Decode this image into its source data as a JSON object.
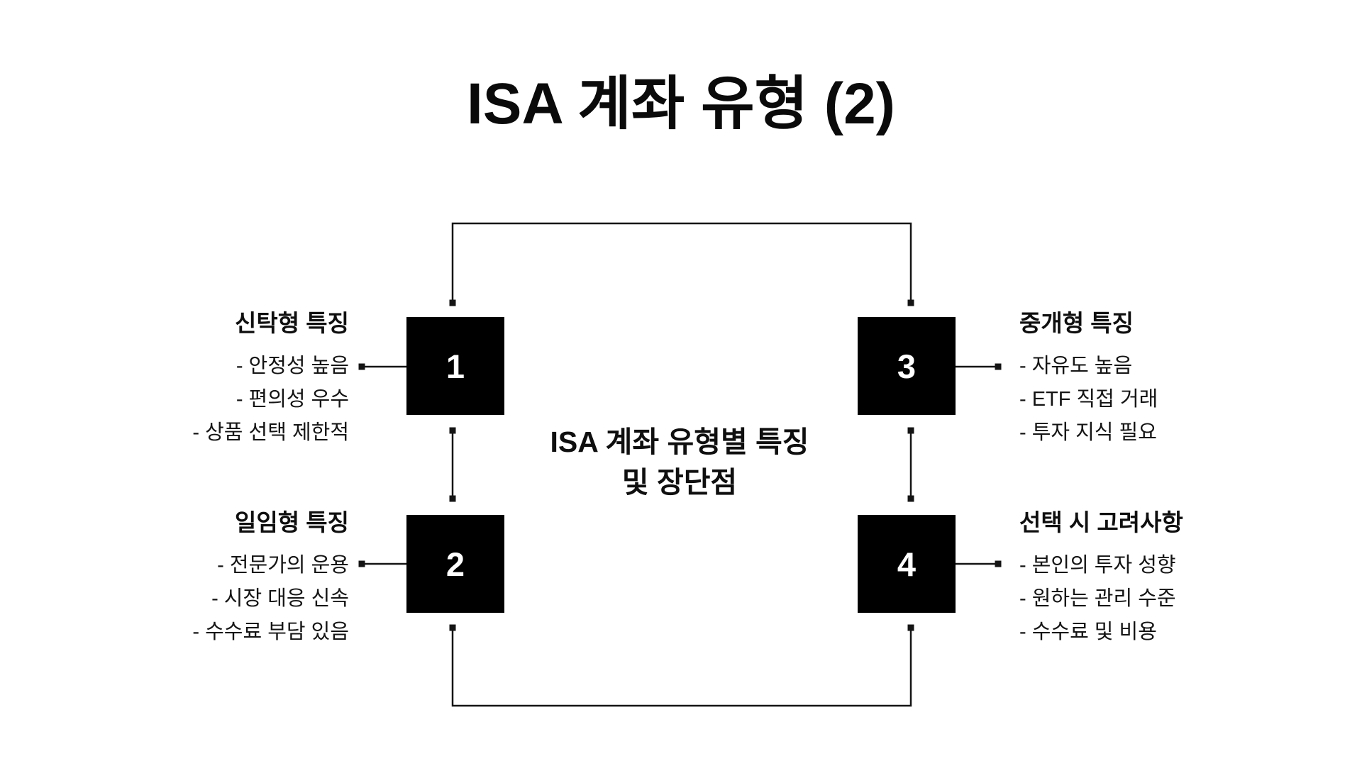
{
  "page": {
    "title": "ISA 계좌 유형 (2)",
    "background": "#ffffff"
  },
  "colors": {
    "box_background": "#000000",
    "box_number_text": "#ffffff",
    "connector_line": "#141414",
    "body_text": "#111111"
  },
  "center_label": {
    "line1": "ISA 계좌 유형별 특징",
    "line2": "및 장단점"
  },
  "nodes": [
    {
      "number": "1",
      "side": "left",
      "heading": "신탁형 특징",
      "bullets": [
        "- 안정성 높음",
        "- 편의성 우수",
        "- 상품 선택 제한적"
      ]
    },
    {
      "number": "2",
      "side": "left",
      "heading": "일임형 특징",
      "bullets": [
        "- 전문가의 운용",
        "- 시장 대응 신속",
        "- 수수료 부담 있음"
      ]
    },
    {
      "number": "3",
      "side": "right",
      "heading": "중개형 특징",
      "bullets": [
        "- 자유도 높음",
        "- ETF 직접 거래",
        "- 투자 지식 필요"
      ]
    },
    {
      "number": "4",
      "side": "right",
      "heading": "선택 시 고려사항",
      "bullets": [
        "- 본인의 투자 성향",
        "- 원하는 관리 수준",
        "- 수수료 및 비용"
      ]
    }
  ]
}
